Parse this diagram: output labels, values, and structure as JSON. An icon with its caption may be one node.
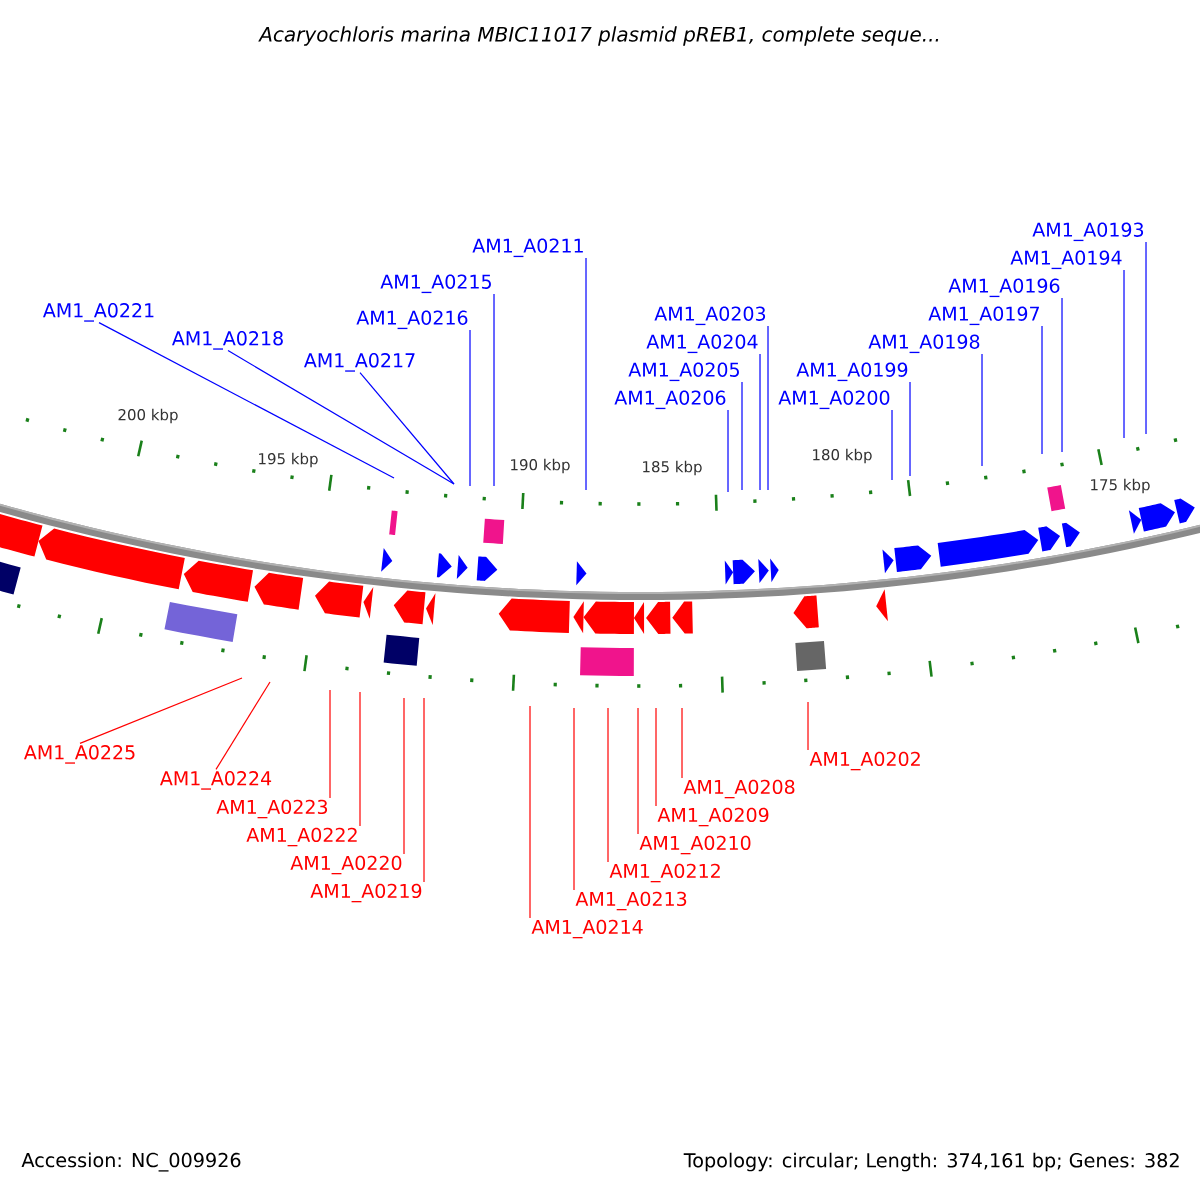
{
  "diagram": {
    "title": "Acaryochloris marina MBIC11017 plasmid pREB1, complete seque...",
    "nodes": [
      {
        "text": [
          "AM1_A0221"
        ]
      },
      {
        "text": [
          "AM1_A0218"
        ]
      },
      {
        "text": [
          "AM1_A0217"
        ]
      },
      {
        "text": [
          "AM1_A0216"
        ]
      },
      {
        "text": [
          "AM1_A0215"
        ]
      },
      {
        "text": [
          "AM1_A0211"
        ]
      },
      {
        "text": [
          "AM1_A0206"
        ]
      },
      {
        "text": [
          "AM1_A0205"
        ]
      },
      {
        "text": [
          "AM1_A0204"
        ]
      },
      {
        "text": [
          "AM1_A0203"
        ]
      },
      {
        "text": [
          "AM1_A0200"
        ]
      },
      {
        "text": [
          "AM1_A0199"
        ]
      },
      {
        "text": [
          "AM1_A0198"
        ]
      },
      {
        "text": [
          "AM1_A0197"
        ]
      },
      {
        "text": [
          "AM1_A0196"
        ]
      },
      {
        "text": [
          "AM1_A0194"
        ]
      },
      {
        "text": [
          "AM1_A0193"
        ]
      },
      {
        "text": [
          "AM1_A0225"
        ]
      },
      {
        "text": [
          "AM1_A0224"
        ]
      },
      {
        "text": [
          "AM1_A0223"
        ]
      },
      {
        "text": [
          "AM1_A0222"
        ]
      },
      {
        "text": [
          "AM1_A0220"
        ]
      },
      {
        "text": [
          "AM1_A0219"
        ]
      },
      {
        "text": [
          "AM1_A0214"
        ]
      },
      {
        "text": [
          "AM1_A0213"
        ]
      },
      {
        "text": [
          "AM1_A0212"
        ]
      },
      {
        "text": [
          "AM1_A0210"
        ]
      },
      {
        "text": [
          "AM1_A0209"
        ]
      },
      {
        "text": [
          "AM1_A0208"
        ]
      },
      {
        "text": [
          "AM1_A0202"
        ]
      }
    ],
    "edges": [
      {
        "from": 0,
        "to": null,
        "arrow": "none",
        "color": "#0000ff"
      },
      {
        "from": 1,
        "to": null,
        "arrow": "none",
        "color": "#0000ff"
      },
      {
        "from": 2,
        "to": null,
        "arrow": "none",
        "color": "#0000ff"
      },
      {
        "from": 3,
        "to": null,
        "arrow": "none",
        "color": "#0000ff"
      },
      {
        "from": 4,
        "to": null,
        "arrow": "none",
        "color": "#0000ff"
      },
      {
        "from": 5,
        "to": null,
        "arrow": "none",
        "color": "#0000ff"
      },
      {
        "from": 6,
        "to": null,
        "arrow": "none",
        "color": "#0000ff"
      },
      {
        "from": 7,
        "to": null,
        "arrow": "none",
        "color": "#0000ff"
      },
      {
        "from": 8,
        "to": null,
        "arrow": "none",
        "color": "#0000ff"
      },
      {
        "from": 9,
        "to": null,
        "arrow": "none",
        "color": "#0000ff"
      },
      {
        "from": 10,
        "to": null,
        "arrow": "none",
        "color": "#0000ff"
      },
      {
        "from": 11,
        "to": null,
        "arrow": "none",
        "color": "#0000ff"
      },
      {
        "from": 12,
        "to": null,
        "arrow": "none",
        "color": "#0000ff"
      },
      {
        "from": 13,
        "to": null,
        "arrow": "none",
        "color": "#0000ff"
      },
      {
        "from": 14,
        "to": null,
        "arrow": "none",
        "color": "#0000ff"
      },
      {
        "from": 15,
        "to": null,
        "arrow": "none",
        "color": "#0000ff"
      },
      {
        "from": 16,
        "to": null,
        "arrow": "none",
        "color": "#0000ff"
      },
      {
        "from": 17,
        "to": null,
        "arrow": "none",
        "color": "#ff0000"
      },
      {
        "from": 18,
        "to": null,
        "arrow": "none",
        "color": "#ff0000"
      },
      {
        "from": 19,
        "to": null,
        "arrow": "none",
        "color": "#ff0000"
      },
      {
        "from": 20,
        "to": null,
        "arrow": "none",
        "color": "#ff0000"
      },
      {
        "from": 21,
        "to": null,
        "arrow": "none",
        "color": "#ff0000"
      },
      {
        "from": 22,
        "to": null,
        "arrow": "none",
        "color": "#ff0000"
      },
      {
        "from": 23,
        "to": null,
        "arrow": "none",
        "color": "#ff0000"
      },
      {
        "from": 24,
        "to": null,
        "arrow": "none",
        "color": "#ff0000"
      },
      {
        "from": 25,
        "to": null,
        "arrow": "none",
        "color": "#ff0000"
      },
      {
        "from": 26,
        "to": null,
        "arrow": "none",
        "color": "#ff0000"
      },
      {
        "from": 27,
        "to": null,
        "arrow": "none",
        "color": "#ff0000"
      },
      {
        "from": 28,
        "to": null,
        "arrow": "none",
        "color": "#ff0000"
      },
      {
        "from": 29,
        "to": null,
        "arrow": "none",
        "color": "#ff0000"
      }
    ],
    "labels": [
      "200 kbp",
      "195 kbp",
      "190 kbp",
      "185 kbp",
      "180 kbp",
      "175 kbp",
      "Accession: NC_009926",
      "Topology: circular; Length: 374,161 bp; Genes: 382"
    ]
  }
}
